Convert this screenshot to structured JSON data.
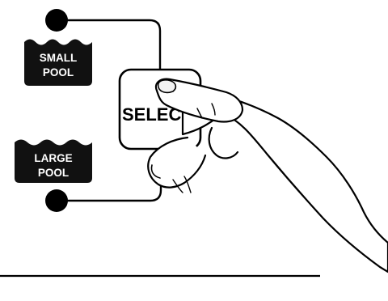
{
  "indicators": [
    {
      "line1": "SMALL",
      "line2": "POOL",
      "led": "on"
    },
    {
      "line1": "LARGE",
      "line2": "POOL",
      "led": "on"
    }
  ],
  "button": {
    "label": "SELEC"
  },
  "hand": {
    "action": "pressing-select-button"
  },
  "colors": {
    "ink": "#000000",
    "paper": "#ffffff",
    "badge": "#111111"
  }
}
